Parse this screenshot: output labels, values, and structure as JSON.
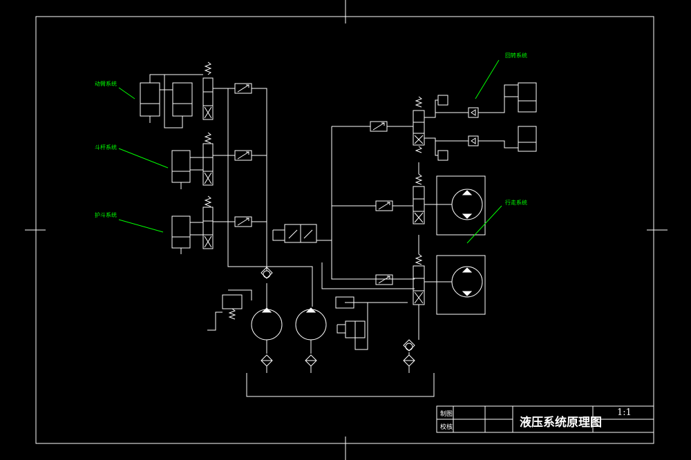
{
  "labels": {
    "boom": "动臂系统",
    "bucket": "斗杆系统",
    "guard": "护斗系统",
    "swing": "回转系统",
    "travel": "行走系统"
  },
  "title_block": {
    "drawing_title": "液压系统原理图",
    "scale": "1:1",
    "drawn_by": "制图",
    "checked_by": "校核"
  },
  "colors": {
    "background": "#000000",
    "line": "#ffffff",
    "label": "#00ff00",
    "leader": "#00ff00"
  }
}
